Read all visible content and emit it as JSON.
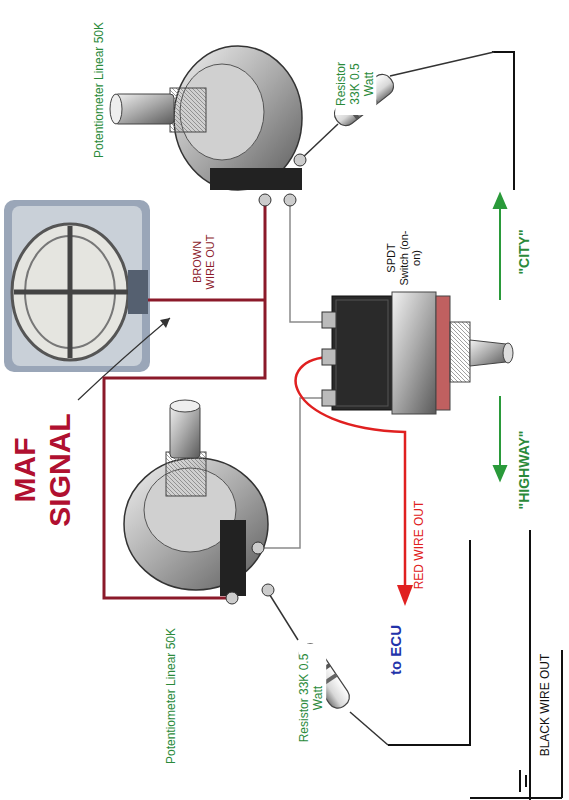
{
  "diagram": {
    "labels": [
      "Potentiometer Linear 50K",
      "Resistor 33K 0.5 Watt",
      "BROWN WIRE OUT",
      "MAF SIGNAL",
      "SPDT Switch (on-on)",
      "\"CITY\"",
      "\"HIGHWAY\"",
      "RED WIRE OUT",
      "to ECU",
      "Potentiometer Linear 50K",
      "Resistor 33K 0.5 Watt",
      "BLACK WIRE OUT"
    ]
  }
}
